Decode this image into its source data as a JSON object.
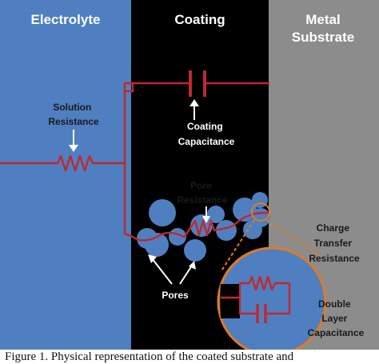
{
  "regions": {
    "electrolyte": "Electrolyte",
    "coating": "Coating",
    "metal_line1": "Metal",
    "metal_line2": "Substrate"
  },
  "labels": {
    "solution_resistance": [
      "Solution",
      "Resistance"
    ],
    "coating_capacitance": [
      "Coating",
      "Capacitance"
    ],
    "pore_resistance": [
      "Pore",
      "Resistance"
    ],
    "pores": "Pores",
    "charge_transfer_resistance": [
      "Charge",
      "Transfer",
      "Resistance"
    ],
    "double_layer_capacitance": [
      "Double",
      "Layer",
      "Capacitance"
    ]
  },
  "caption": "Figure 1. Physical representation of the coated substrate and",
  "colors": {
    "electrolyte": "#4f7fc0",
    "coating": "#000000",
    "metal": "#8c8c8c",
    "circuit": "#c0282f",
    "pore_blobs": "#4f7fc0",
    "zoom_ring": "#e07b25"
  }
}
